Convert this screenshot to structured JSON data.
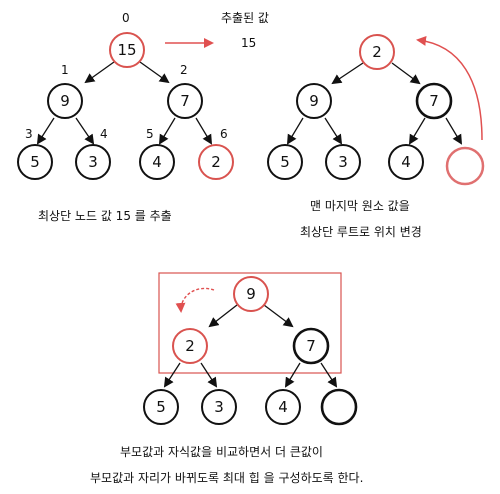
{
  "extracted_label": "추출된 값",
  "extracted_value": "15",
  "panel1": {
    "caption": "최상단 노드 값 15 를 추출",
    "indices": [
      "0",
      "1",
      "2",
      "3",
      "4",
      "5",
      "6"
    ],
    "nodes": [
      "15",
      "9",
      "7",
      "5",
      "3",
      "4",
      "2"
    ]
  },
  "panel2": {
    "caption_line1": "맨 마지막 원소 값을",
    "caption_line2": "최상단 루트로 위치 변경",
    "nodes": [
      "2",
      "9",
      "7",
      "5",
      "3",
      "4",
      ""
    ]
  },
  "panel3": {
    "caption_line1": "부모값과 자식값을 비교하면서 더 큰값이",
    "caption_line2": "부모값과 자리가 바뀌도록 최대 힙 을 구성하도록 한다.",
    "nodes": [
      "9",
      "2",
      "7",
      "5",
      "3",
      "4",
      ""
    ]
  },
  "colors": {
    "highlight": "#d9534f",
    "stroke": "#111111"
  }
}
